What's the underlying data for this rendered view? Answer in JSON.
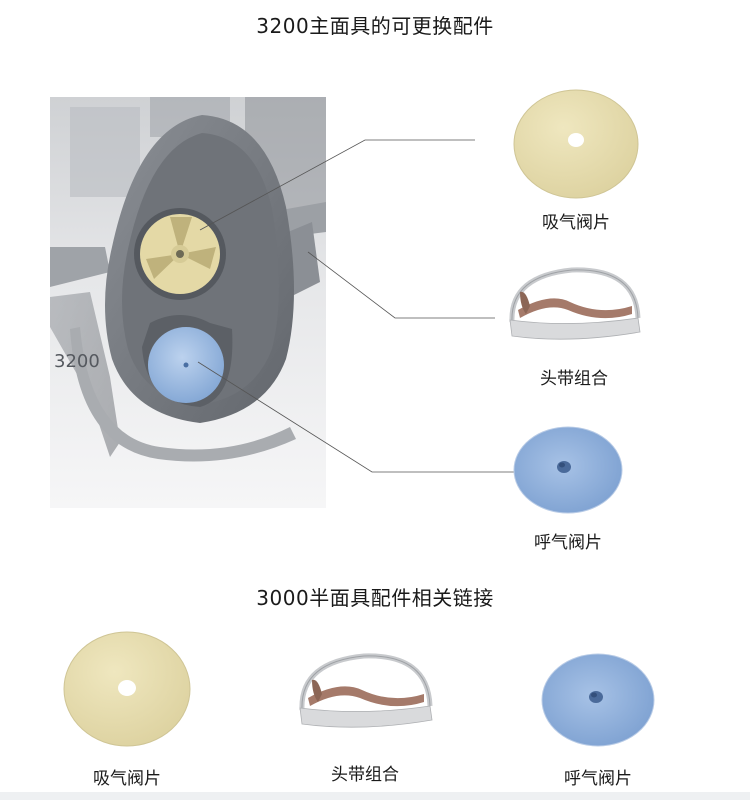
{
  "page": {
    "title": "3200主面具的可更换配件",
    "section_title": "3000半面具配件相关链接"
  },
  "parts": {
    "inhale_valve": "吸气阀片",
    "headband": "头带组合",
    "exhale_valve": "呼气阀片"
  },
  "links": {
    "inhale_valve": "吸气阀片",
    "headband": "头带组合",
    "exhale_valve": "呼气阀片"
  },
  "mask_text": "3200",
  "colors": {
    "inhale_disc": "#e6dcaa",
    "exhale_disc": "#8fb1dc",
    "mask_body": "#7b7f85",
    "strap": "#a9acb0",
    "leader_line": "#555555"
  }
}
